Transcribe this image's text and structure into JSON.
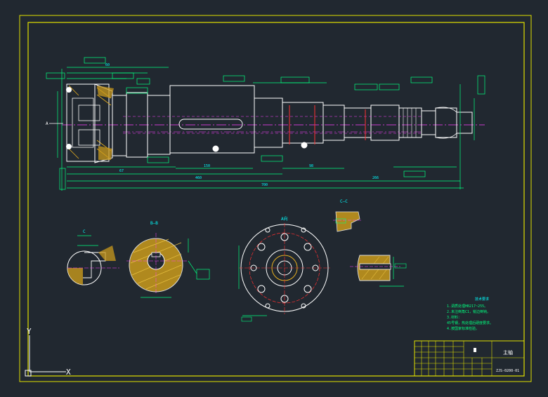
{
  "colors": {
    "background": "#212830",
    "border": "#e0e000",
    "outline": "#ffffff",
    "dimension": "#00ff7f",
    "dimension_text": "#00ffff",
    "centerline": "#ff40ff",
    "hatch": "#e8b020",
    "red": "#ff3030",
    "axis": "#ffffff"
  },
  "views": {
    "section_c_label": "C–C",
    "section_b_label": "B–B",
    "view_a_label": "A向",
    "detail_label": "C",
    "section_a_marker": "A"
  },
  "dimensions": {
    "overall_length": "700",
    "length_2": "266",
    "length_3": "460",
    "length_4": "150",
    "length_5": "98",
    "length_6": "67",
    "length_7": "60"
  },
  "title_block": {
    "part_name": "主轴",
    "drawing_no": "ZJS-0200-01"
  },
  "notes": {
    "heading": "技术要求",
    "line_1": "1.调质处理HB217~255。",
    "line_2": "2.未注倒角C1，锐边倒钝。",
    "line_3": "3.材料：",
    "line_4": "45号钢，热处理后硬度要求。",
    "line_5": "4.按国家标准检验。"
  },
  "ucs": {
    "y_label": "Y",
    "x_label": "X"
  }
}
